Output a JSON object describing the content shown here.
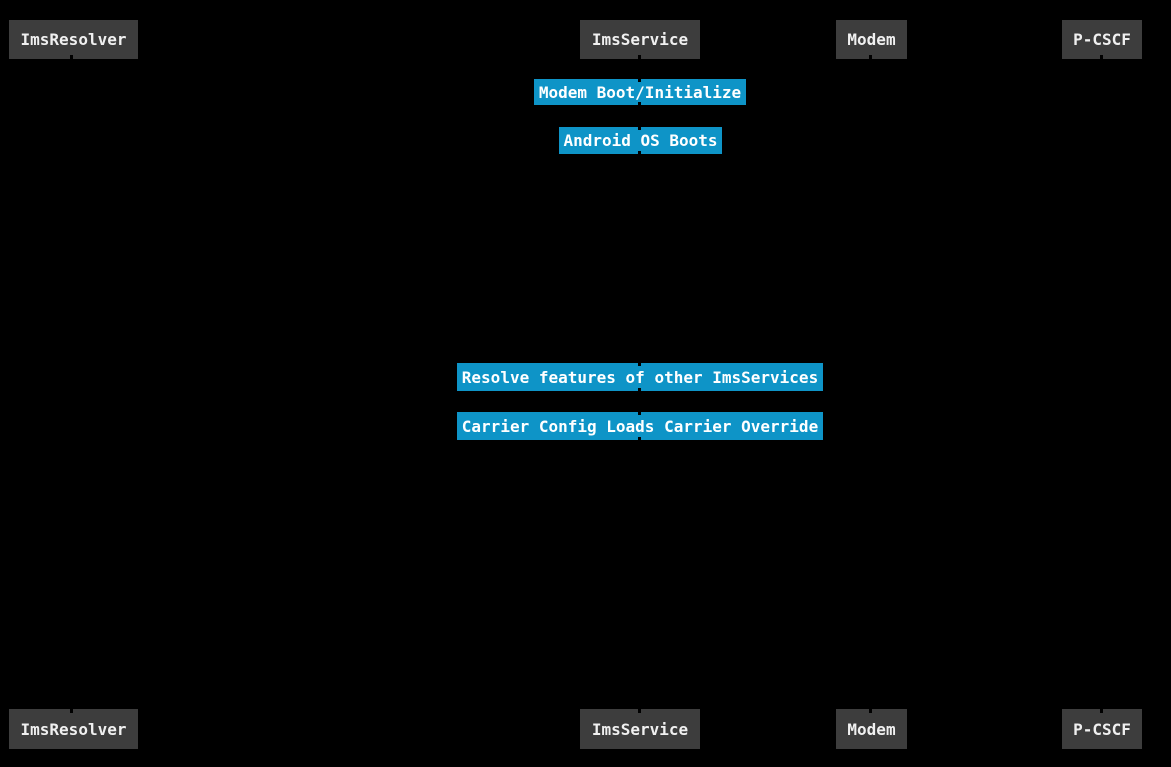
{
  "diagram": {
    "type": "sequence-diagram",
    "colors": {
      "background": "#000000",
      "participant_fill": "#3d3d3d",
      "participant_text": "#f0f0f0",
      "note_fill": "#0e94c7",
      "note_text": "#ffffff",
      "lifeline": "#000000"
    },
    "participants": [
      {
        "label": "ImsResolver"
      },
      {
        "label": "ImsService"
      },
      {
        "label": "Modem"
      },
      {
        "label": "P-CSCF"
      }
    ],
    "notes": [
      {
        "label": "Modem Boot/Initialize"
      },
      {
        "label": "Android OS Boots"
      },
      {
        "label": "Resolve features of other ImsServices"
      },
      {
        "label": "Carrier Config Loads Carrier Override"
      }
    ]
  }
}
